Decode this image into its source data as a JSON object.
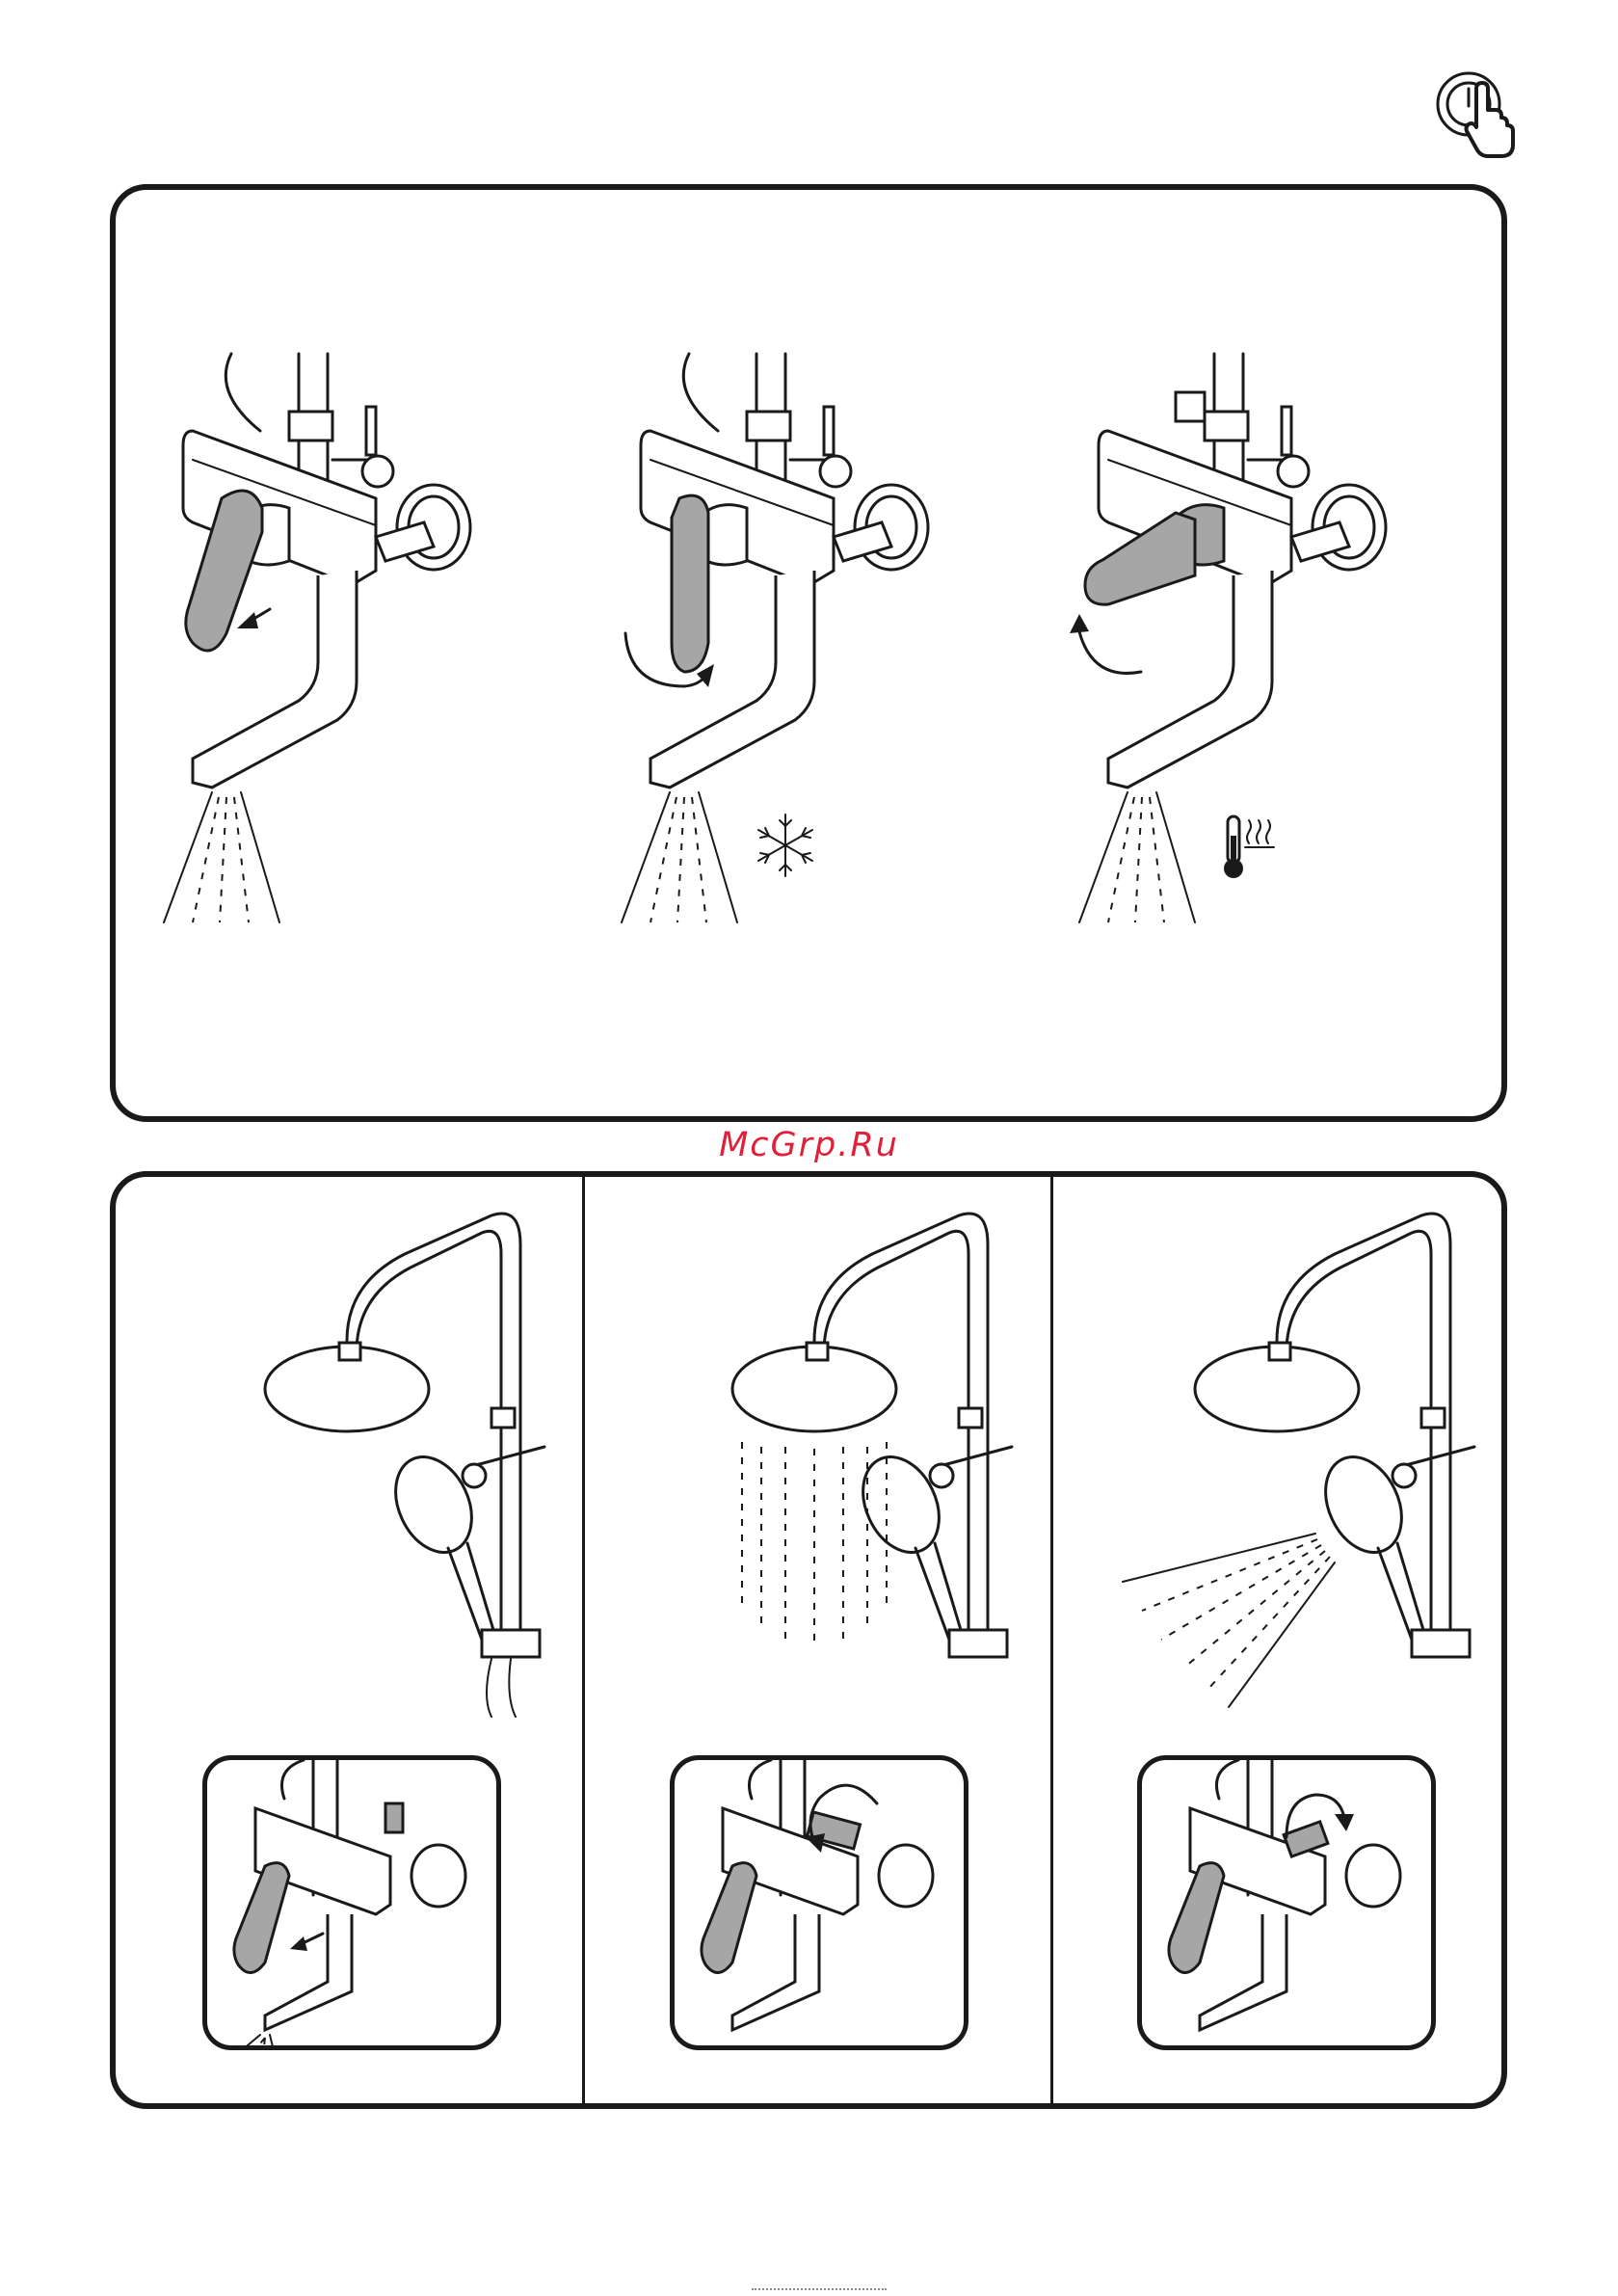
{
  "watermark": {
    "text": "McGrp.Ru",
    "color": "#e0203a"
  },
  "icons": {
    "top_right": "touch-power-icon",
    "cold": "snowflake-icon",
    "hot": "thermometer-heat-icon"
  },
  "top_panel": {
    "steps": [
      {
        "action": "pull-lever-open",
        "spray": "spout"
      },
      {
        "action": "rotate-lever-right",
        "spray": "spout",
        "temperature": "cold"
      },
      {
        "action": "rotate-lever-left",
        "spray": "spout",
        "temperature": "hot"
      }
    ]
  },
  "bottom_panel": {
    "columns": [
      {
        "outlet": "spout",
        "control": "pull-lever"
      },
      {
        "outlet": "overhead-shower",
        "control": "turn-diverter"
      },
      {
        "outlet": "hand-shower",
        "control": "turn-diverter"
      }
    ]
  }
}
